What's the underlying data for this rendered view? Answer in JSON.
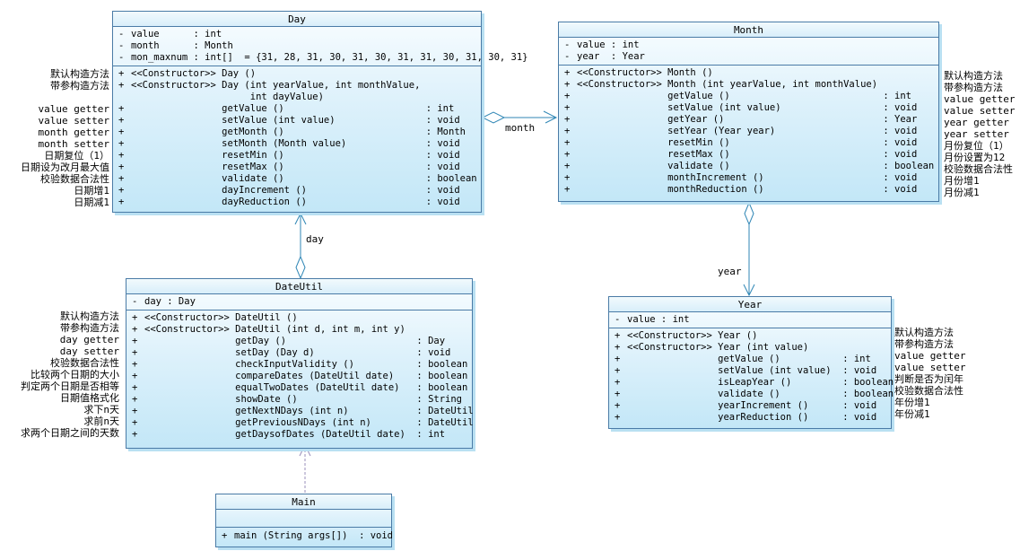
{
  "colors": {
    "box_border": "#4a7ba6",
    "box_fill_top": "#f9fdff",
    "box_fill_bottom": "#c3e7f7",
    "box_shadow": "#b9e0f2",
    "connector": "#2f86b5",
    "dependency": "#998fbb",
    "text": "#000000"
  },
  "classes": {
    "day": {
      "title": "Day",
      "fmt": {
        "attrPad": 11,
        "indent": 16,
        "retCol": 52
      },
      "attributes": [
        {
          "sign": "-",
          "name": "value",
          "type": "int"
        },
        {
          "sign": "-",
          "name": "month",
          "type": "Month"
        },
        {
          "sign": "-",
          "name": "mon_maxnum",
          "type": "int[]  = {31, 28, 31, 30, 31, 30, 31, 31, 30, 31, 30, 31}"
        }
      ],
      "methods": [
        {
          "sign": "+",
          "stereo": "<<Constructor>>",
          "name": "Day ()"
        },
        {
          "sign": "+",
          "stereo": "<<Constructor>>",
          "name": "Day (int yearValue, int monthValue,"
        },
        {
          "name": "     int dayValue)"
        },
        {
          "sign": "+",
          "name": "getValue ()",
          "ret": "int"
        },
        {
          "sign": "+",
          "name": "setValue (int value)",
          "ret": "void"
        },
        {
          "sign": "+",
          "name": "getMonth ()",
          "ret": "Month"
        },
        {
          "sign": "+",
          "name": "setMonth (Month value)",
          "ret": "void"
        },
        {
          "sign": "+",
          "name": "resetMin ()",
          "ret": "void"
        },
        {
          "sign": "+",
          "name": "resetMax ()",
          "ret": "void"
        },
        {
          "sign": "+",
          "name": "validate ()",
          "ret": "boolean"
        },
        {
          "sign": "+",
          "name": "dayIncrement ()",
          "ret": "void"
        },
        {
          "sign": "+",
          "name": "dayReduction ()",
          "ret": "void"
        }
      ]
    },
    "month": {
      "title": "Month",
      "fmt": {
        "attrPad": 6,
        "indent": 16,
        "retCol": 54
      },
      "attributes": [
        {
          "sign": "-",
          "name": "value",
          "type": "int"
        },
        {
          "sign": "-",
          "name": "year",
          "type": "Year"
        }
      ],
      "methods": [
        {
          "sign": "+",
          "stereo": "<<Constructor>>",
          "name": "Month ()"
        },
        {
          "sign": "+",
          "stereo": "<<Constructor>>",
          "name": "Month (int yearValue, int monthValue)"
        },
        {
          "sign": "+",
          "name": "getValue ()",
          "ret": "int"
        },
        {
          "sign": "+",
          "name": "setValue (int value)",
          "ret": "void"
        },
        {
          "sign": "+",
          "name": "getYear ()",
          "ret": "Year"
        },
        {
          "sign": "+",
          "name": "setYear (Year year)",
          "ret": "void"
        },
        {
          "sign": "+",
          "name": "resetMin ()",
          "ret": "void"
        },
        {
          "sign": "+",
          "name": "resetMax ()",
          "ret": "void"
        },
        {
          "sign": "+",
          "name": "validate ()",
          "ret": "boolean"
        },
        {
          "sign": "+",
          "name": "monthIncrement ()",
          "ret": "void"
        },
        {
          "sign": "+",
          "name": "monthReduction ()",
          "ret": "void"
        }
      ]
    },
    "dateutil": {
      "title": "DateUtil",
      "fmt": {
        "attrPad": 4,
        "indent": 16,
        "retCol": 48
      },
      "attributes": [
        {
          "sign": "-",
          "name": "day",
          "type": "Day"
        }
      ],
      "methods": [
        {
          "sign": "+",
          "stereo": "<<Constructor>>",
          "name": "DateUtil ()"
        },
        {
          "sign": "+",
          "stereo": "<<Constructor>>",
          "name": "DateUtil (int d, int m, int y)"
        },
        {
          "sign": "+",
          "name": "getDay ()",
          "ret": "Day"
        },
        {
          "sign": "+",
          "name": "setDay (Day d)",
          "ret": "void"
        },
        {
          "sign": "+",
          "name": "checkInputValidity ()",
          "ret": "boolean"
        },
        {
          "sign": "+",
          "name": "compareDates (DateUtil date)",
          "ret": "boolean"
        },
        {
          "sign": "+",
          "name": "equalTwoDates (DateUtil date)",
          "ret": "boolean"
        },
        {
          "sign": "+",
          "name": "showDate ()",
          "ret": "String"
        },
        {
          "sign": "+",
          "name": "getNextNDays (int n)",
          "ret": "DateUtil"
        },
        {
          "sign": "+",
          "name": "getPreviousNDays (int n)",
          "ret": "DateUtil"
        },
        {
          "sign": "+",
          "name": "getDaysofDates (DateUtil date)",
          "ret": "int"
        }
      ]
    },
    "year": {
      "title": "Year",
      "fmt": {
        "attrPad": 6,
        "indent": 16,
        "retCol": 38
      },
      "attributes": [
        {
          "sign": "-",
          "name": "value",
          "type": "int"
        }
      ],
      "methods": [
        {
          "sign": "+",
          "stereo": "<<Constructor>>",
          "name": "Year ()"
        },
        {
          "sign": "+",
          "stereo": "<<Constructor>>",
          "name": "Year (int value)"
        },
        {
          "sign": "+",
          "name": "getValue ()",
          "ret": "int"
        },
        {
          "sign": "+",
          "name": "setValue (int value)",
          "ret": "void"
        },
        {
          "sign": "+",
          "name": "isLeapYear ()",
          "ret": "boolean"
        },
        {
          "sign": "+",
          "name": "validate ()",
          "ret": "boolean"
        },
        {
          "sign": "+",
          "name": "yearIncrement ()",
          "ret": "void"
        },
        {
          "sign": "+",
          "name": "yearReduction ()",
          "ret": "void"
        }
      ]
    },
    "main": {
      "title": "Main",
      "fmt": {
        "attrPad": 0,
        "indent": 0,
        "retCol": 22
      },
      "attributes": [],
      "methods": [
        {
          "sign": "+",
          "name": "main (String args[])",
          "ret": "void"
        }
      ]
    }
  },
  "annotations": {
    "day_left": {
      "lines": [
        "默认构造方法",
        "带参构造方法",
        "",
        "value getter",
        "value setter",
        "month getter",
        "month setter",
        "日期复位（1）",
        "日期设为改月最大值",
        "校验数据合法性",
        "日期增1",
        "日期减1"
      ]
    },
    "month_right": {
      "lines": [
        "默认构造方法",
        "带参构造方法",
        "value getter",
        "value setter",
        "year getter",
        "year setter",
        "月份复位（1）",
        "月份设置为12",
        "校验数据合法性",
        "月份增1",
        "月份减1"
      ]
    },
    "dateutil_left": {
      "lines": [
        "默认构造方法",
        "带参构造方法",
        "day getter",
        "day setter",
        "校验数据合法性",
        "比较两个日期的大小",
        "判定两个日期是否相等",
        "日期值格式化",
        "求下n天",
        "求前n天",
        "求两个日期之间的天数"
      ]
    },
    "year_right": {
      "lines": [
        "默认构造方法",
        "带参构造方法",
        "value getter",
        "value setter",
        "判断是否为闰年",
        "校验数据合法性",
        "年份增1",
        "年份减1"
      ]
    }
  },
  "connectors": {
    "day_month_label": "month",
    "dateutil_day_label": "day",
    "month_year_label": "year"
  }
}
